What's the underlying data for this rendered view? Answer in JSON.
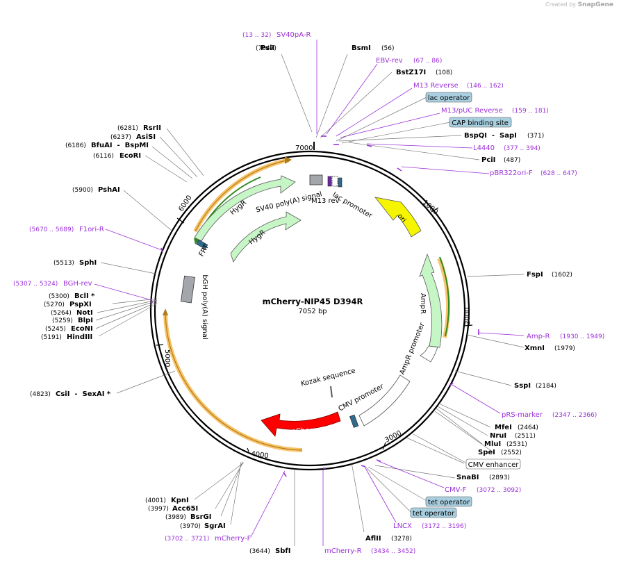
{
  "credit": {
    "prefix": "Created by",
    "brand": "SnapGene"
  },
  "plasmid": {
    "name": "mCherry-NIP45 D394R",
    "length_label": "7052 bp",
    "length": 7052
  },
  "ticks": [
    "1000",
    "2000",
    "3000",
    "4000",
    "5000",
    "6000",
    "7000"
  ],
  "enzymes": [
    {
      "name": "PsiI",
      "pos": "(7047)"
    },
    {
      "name": "BsmI",
      "pos": "(56)"
    },
    {
      "name": "BstZ17I",
      "pos": "(108)"
    },
    {
      "name": "BspQI  -  SapI",
      "pos": "(371)"
    },
    {
      "name": "PciI",
      "pos": "(487)"
    },
    {
      "name": "FspI",
      "pos": "(1602)"
    },
    {
      "name": "XmnI",
      "pos": "(1979)"
    },
    {
      "name": "SspI",
      "pos": "(2184)"
    },
    {
      "name": "MfeI",
      "pos": "(2464)"
    },
    {
      "name": "NruI",
      "pos": "(2511)"
    },
    {
      "name": "MluI",
      "pos": "(2531)"
    },
    {
      "name": "SpeI",
      "pos": "(2552)"
    },
    {
      "name": "SnaBI",
      "pos": "(2893)"
    },
    {
      "name": "AflII",
      "pos": "(3278)"
    },
    {
      "name": "SbfI",
      "pos": "(3644)"
    },
    {
      "name": "SgrAI",
      "pos": "(3970)"
    },
    {
      "name": "BsrGI",
      "pos": "(3989)"
    },
    {
      "name": "Acc65I",
      "pos": "(3997)"
    },
    {
      "name": "KpnI",
      "pos": "(4001)"
    },
    {
      "name": "CsiI  -  SexAI *",
      "pos": "(4823)"
    },
    {
      "name": "HindIII",
      "pos": "(5191)"
    },
    {
      "name": "EcoNI",
      "pos": "(5245)"
    },
    {
      "name": "BlpI",
      "pos": "(5259)"
    },
    {
      "name": "NotI",
      "pos": "(5264)"
    },
    {
      "name": "PspXI",
      "pos": "(5270)"
    },
    {
      "name": "BclI *",
      "pos": "(5300)"
    },
    {
      "name": "SphI",
      "pos": "(5513)"
    },
    {
      "name": "PshAI",
      "pos": "(5900)"
    },
    {
      "name": "EcoRI",
      "pos": "(6116)"
    },
    {
      "name": "BfuAI  -  BspMI",
      "pos": "(6186)"
    },
    {
      "name": "AsiSI",
      "pos": "(6237)"
    },
    {
      "name": "RsrII",
      "pos": "(6281)"
    }
  ],
  "primers": [
    {
      "name": "SV40pA-R",
      "range": "(13 .. 32)"
    },
    {
      "name": "EBV-rev",
      "range": "(67 .. 86)"
    },
    {
      "name": "M13 Reverse",
      "range": "(146 .. 162)"
    },
    {
      "name": "M13/pUC Reverse",
      "range": "(159 .. 181)"
    },
    {
      "name": "L4440",
      "range": "(377 .. 394)"
    },
    {
      "name": "pBR322ori-F",
      "range": "(628 .. 647)"
    },
    {
      "name": "Amp-R",
      "range": "(1930 .. 1949)"
    },
    {
      "name": "pRS-marker",
      "range": "(2347 .. 2366)"
    },
    {
      "name": "CMV-F",
      "range": "(3072 .. 3092)"
    },
    {
      "name": "LNCX",
      "range": "(3172 .. 3196)"
    },
    {
      "name": "mCherry-R",
      "range": "(3434 .. 3452)"
    },
    {
      "name": "mCherry-F",
      "range": "(3702 .. 3721)"
    },
    {
      "name": "BGH-rev",
      "range": "(5307 .. 5324)"
    },
    {
      "name": "F1ori-R",
      "range": "(5670 .. 5689)"
    }
  ],
  "boxed_labels": [
    "lac operator",
    "CAP binding site",
    "CMV enhancer",
    "tet operator",
    "tet operator"
  ],
  "features": [
    {
      "name": "lac promoter"
    },
    {
      "name": "M13 rev"
    },
    {
      "name": "SV40 poly(A) signal"
    },
    {
      "name": "HygR"
    },
    {
      "name": "HygR"
    },
    {
      "name": "FRT"
    },
    {
      "name": "ori"
    },
    {
      "name": "AmpR"
    },
    {
      "name": "AmpR promoter"
    },
    {
      "name": "CMV promoter"
    },
    {
      "name": "Kozak sequence"
    },
    {
      "name": "mCherry"
    },
    {
      "name": "bGH poly(A) signal"
    }
  ],
  "colors": {
    "primer": "#9b30d9",
    "boxed_fill": "#a8cfe0",
    "hygr": "#c6f5c6",
    "ori": "#f5f500",
    "mcherry": "#ff0000",
    "orange_line": "#f7b84b",
    "green_line": "#2e8b1e"
  }
}
